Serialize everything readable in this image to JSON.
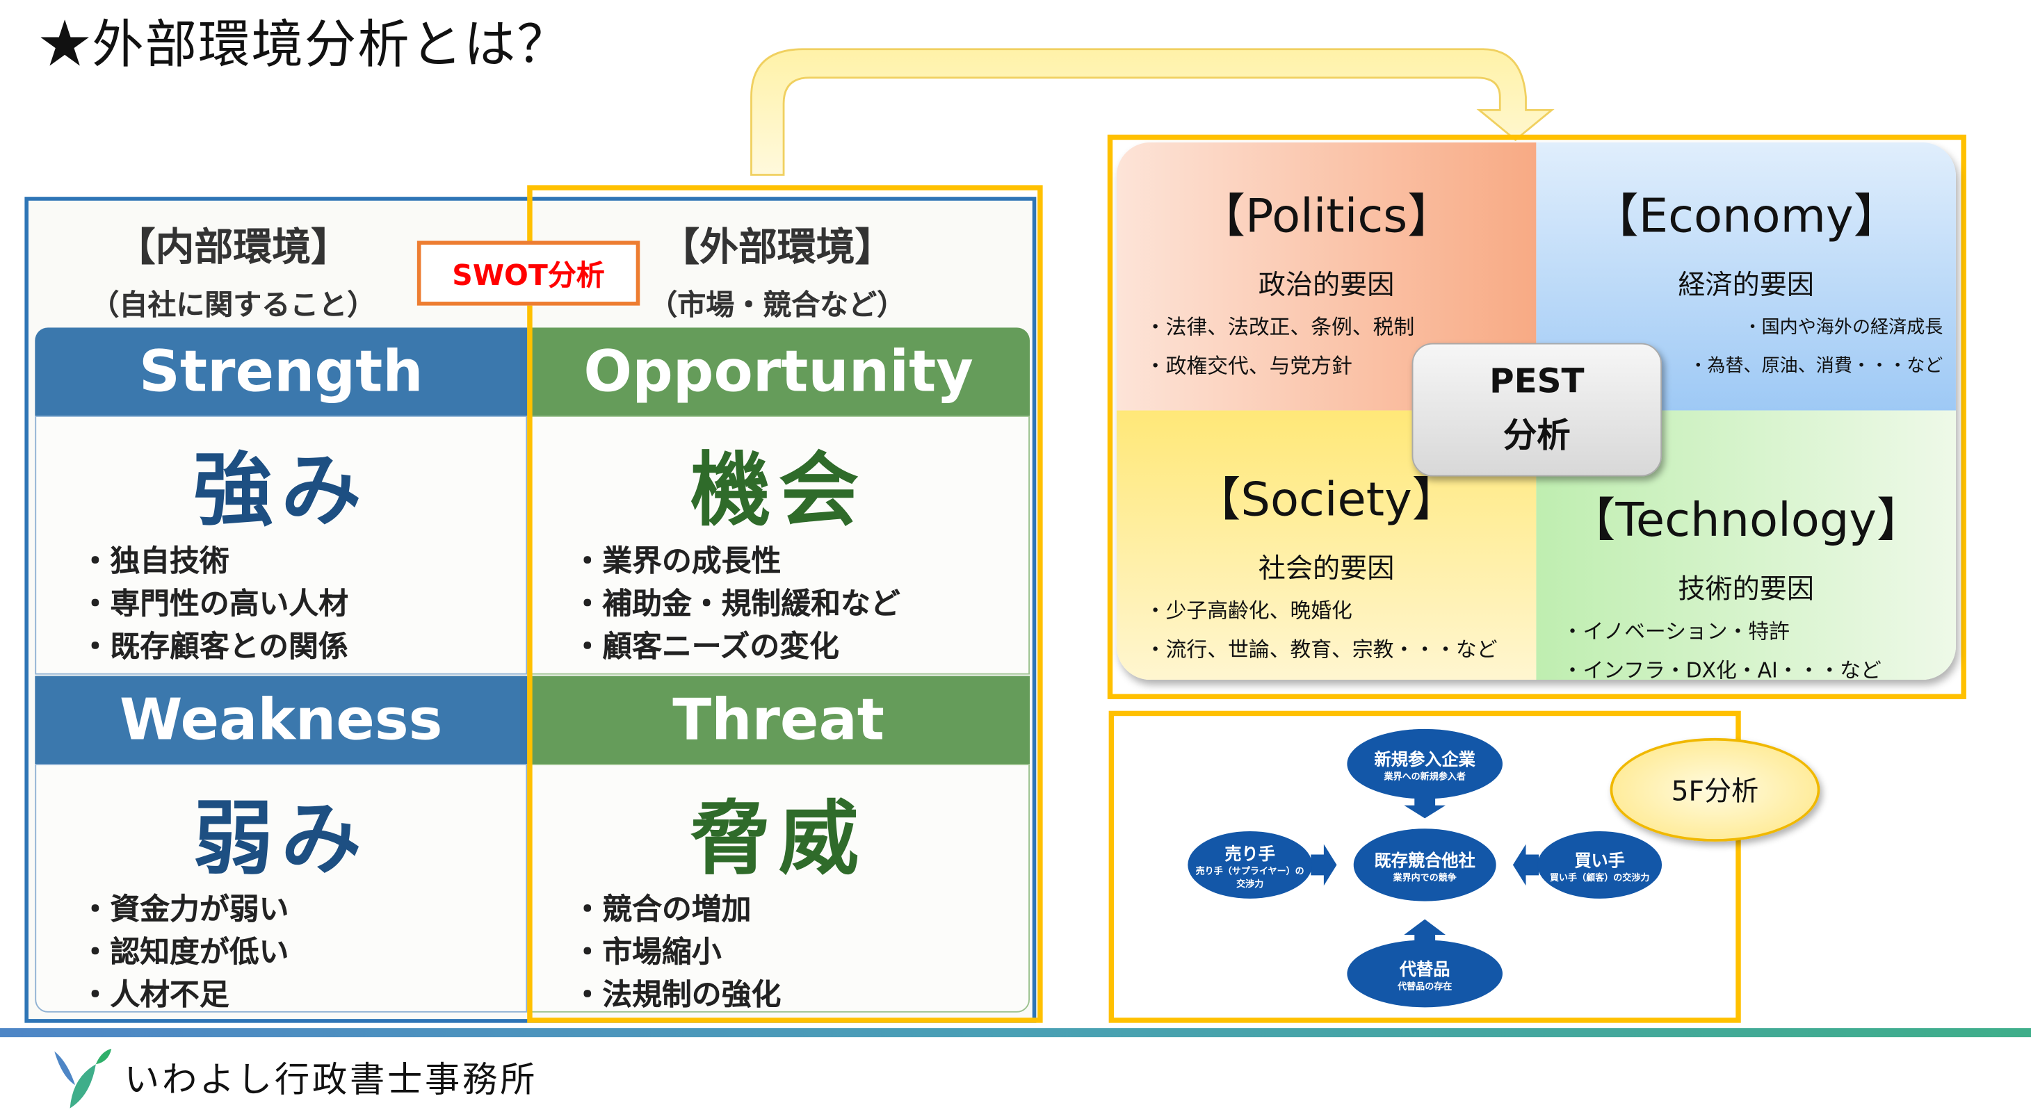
{
  "title": "★外部環境分析とは？",
  "swot": {
    "label": "SWOT分析",
    "internal": {
      "title": "【内部環境】",
      "subtitle": "（自社に関すること）"
    },
    "external": {
      "title": "【外部環境】",
      "subtitle": "（市場・競合など）"
    },
    "quadrants": [
      {
        "en": "Strength",
        "jp": "強み",
        "items": [
          "・独自技術",
          "・専門性の高い人材",
          "・既存顧客との関係"
        ]
      },
      {
        "en": "Opportunity",
        "jp": "機会",
        "items": [
          "・業界の成長性",
          "・補助金・規制緩和など",
          "・顧客ニーズの変化"
        ]
      },
      {
        "en": "Weakness",
        "jp": "弱み",
        "items": [
          "・資金力が弱い",
          "・認知度が低い",
          "・人材不足"
        ]
      },
      {
        "en": "Threat",
        "jp": "脅威",
        "items": [
          "・競合の増加",
          "・市場縮小",
          "・法規制の強化"
        ]
      }
    ],
    "colors": {
      "blue": "#3b78ad",
      "green": "#659c5a",
      "blue_text": "#1d4f82",
      "green_text": "#2f6b2a"
    }
  },
  "pest": {
    "center": [
      "PEST",
      "分析"
    ],
    "quadrants": [
      {
        "title": "【Politics】",
        "sub": "政治的要因",
        "items": [
          "・法律、法改正、条例、税制",
          "・政権交代、与党方針"
        ]
      },
      {
        "title": "【Economy】",
        "sub": "経済的要因",
        "items": [
          "・国内や海外の経済成長",
          "・為替、原油、消費・・・など"
        ]
      },
      {
        "title": "【Society】",
        "sub": "社会的要因",
        "items": [
          "・少子高齢化、晩婚化",
          "・流行、世論、教育、宗教・・・など"
        ]
      },
      {
        "title": "【Technology】",
        "sub": "技術的要因",
        "items": [
          "・イノベーション・特許",
          "・インフラ・DX化・AI・・・など"
        ]
      }
    ]
  },
  "five_forces": {
    "label": "5F分析",
    "nodes": {
      "top": {
        "main": "新規参入企業",
        "sub": "業界への新規参入者"
      },
      "center": {
        "main": "既存競合他社",
        "sub": "業界内での競争"
      },
      "left": {
        "main": "売り手",
        "sub": "売り手（サプライヤー）の交渉力"
      },
      "right": {
        "main": "買い手",
        "sub": "買い手（顧客）の交渉力"
      },
      "bottom": {
        "main": "代替品",
        "sub": "代替品の存在"
      }
    }
  },
  "footer": {
    "logo_text": "いわよし行政書士事務所"
  }
}
